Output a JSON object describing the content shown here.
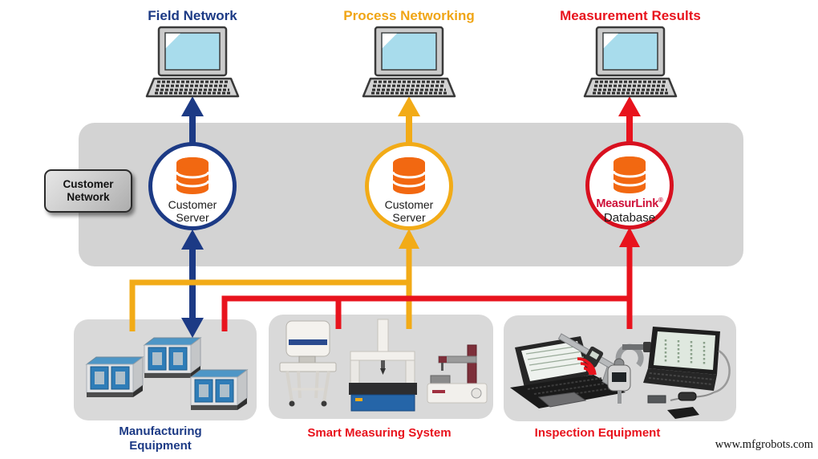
{
  "colors": {
    "navy": "#1c3a85",
    "amber": "#f2ab17",
    "red": "#e8131d",
    "crimson": "#ce1039",
    "database_orange": "#f26811",
    "band_gray": "#d3d3d3",
    "equipment_box_gray": "#d9d9d9",
    "laptop_screen_blue": "#a8dcec"
  },
  "top_nodes": [
    {
      "label": "Field Network",
      "color": "#1c3a85"
    },
    {
      "label": "Process Networking",
      "color": "#f0a515"
    },
    {
      "label": "Measurement Results",
      "color": "#e8131d"
    }
  ],
  "customer_network": {
    "label": "Customer Network"
  },
  "servers": [
    {
      "label": "Customer Server",
      "border_color": "#1c3a85",
      "icon": "database-icon"
    },
    {
      "label": "Customer Server",
      "border_color": "#f2ab17",
      "icon": "database-icon"
    },
    {
      "brand": "MeasurLink",
      "reg": "®",
      "label": "Database",
      "border_color": "#d8101f",
      "icon": "database-icon"
    }
  ],
  "equipment": [
    {
      "label": "Manufacturing Equipment",
      "color": "#1c3a85"
    },
    {
      "label": "Smart Measuring System",
      "color": "#e8131d"
    },
    {
      "label": "Inspection Equipment",
      "color": "#e8131d"
    }
  ],
  "connections": [
    {
      "from": "customer-server-1",
      "to": "field-network-pc",
      "color": "navy",
      "arrow": "up"
    },
    {
      "from": "manufacturing-equipment",
      "to": "customer-server-1",
      "color": "navy",
      "arrow": "both"
    },
    {
      "from": "customer-server-2",
      "to": "process-networking-pc",
      "color": "amber",
      "arrow": "up"
    },
    {
      "from": "manufacturing-equipment",
      "to": "customer-server-2",
      "color": "amber",
      "arrow": "up"
    },
    {
      "from": "smart-measuring-system",
      "to": "customer-server-2",
      "color": "amber",
      "arrow": "up"
    },
    {
      "from": "measurlink-database",
      "to": "measurement-results-pc",
      "color": "red",
      "arrow": "up"
    },
    {
      "from": "manufacturing-equipment",
      "to": "measurlink-database",
      "color": "red",
      "arrow": "up"
    },
    {
      "from": "smart-measuring-system",
      "to": "measurlink-database",
      "color": "red",
      "arrow": "up"
    },
    {
      "from": "inspection-equipment",
      "to": "measurlink-database",
      "color": "red",
      "arrow": "up"
    }
  ],
  "watermark": "www.mfgrobots.com"
}
